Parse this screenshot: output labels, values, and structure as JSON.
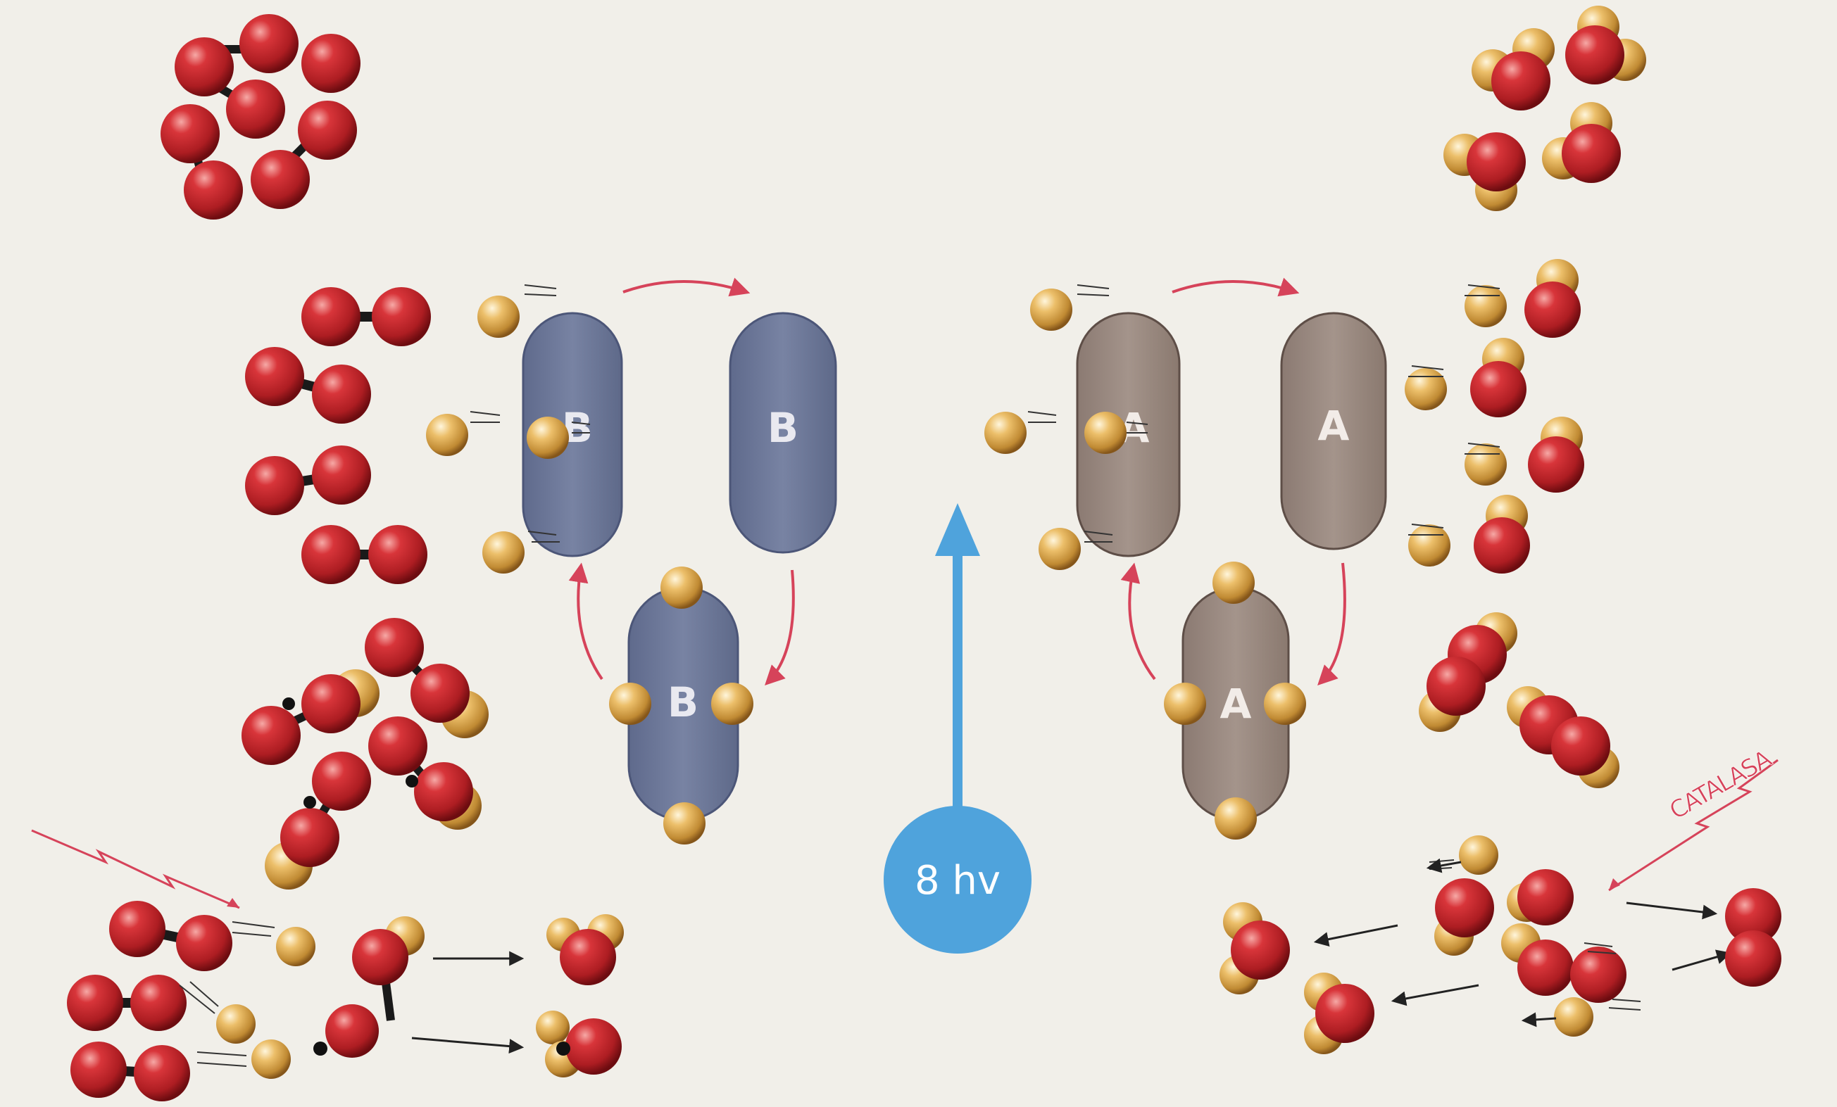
{
  "labels": {
    "carrier_b": "B",
    "carrier_a": "A",
    "light_energy": "8 hv",
    "enzyme": "CATALASA"
  },
  "colors": {
    "background": "#f1efe9",
    "oxygen_atom": "#c0262a",
    "hydrogen_atom": "#d9a54a",
    "bond": "#1a1a1a",
    "carrier_b_fill": "#6f7a9a",
    "carrier_a_fill": "#9c8a80",
    "cycle_arrow": "#d6435a",
    "light_arrow": "#4fa3dc",
    "reaction_arrow": "#222222",
    "lightning": "#d6435a"
  },
  "icons": {
    "oxygen": "red-sphere",
    "hydrogen": "gold-sphere",
    "light": "blue-circle-with-up-arrow",
    "lightning": "zigzag-bolt"
  }
}
